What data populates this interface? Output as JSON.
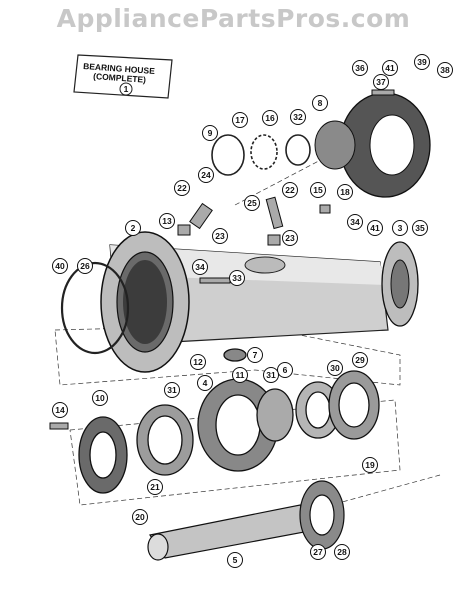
{
  "watermark": "AppliancePartsPros.com",
  "note": {
    "line1": "BEARING HOUSE",
    "line2": "(COMPLETE)",
    "number": "1"
  },
  "callouts": [
    "2",
    "3",
    "4",
    "5",
    "6",
    "7",
    "8",
    "9",
    "10",
    "11",
    "12",
    "13",
    "14",
    "15",
    "16",
    "17",
    "18",
    "19",
    "20",
    "21",
    "22",
    "22",
    "23",
    "23",
    "24",
    "25",
    "26",
    "27",
    "28",
    "29",
    "30",
    "31",
    "31",
    "32",
    "33",
    "34",
    "34",
    "35",
    "36",
    "37",
    "38",
    "39",
    "40",
    "41",
    "41"
  ]
}
